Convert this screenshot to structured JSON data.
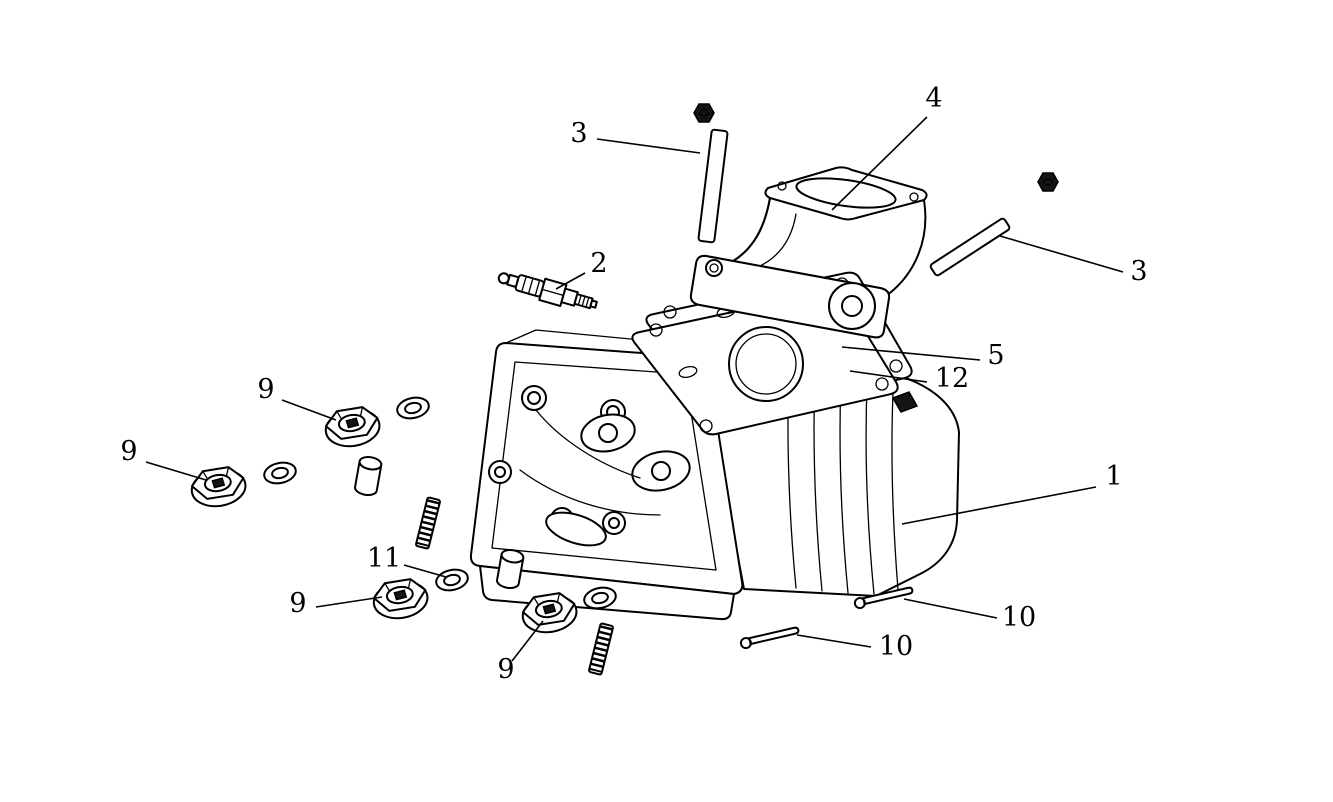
{
  "figure": {
    "background": "#ffffff",
    "line_color": "#000000"
  },
  "callouts": [
    {
      "label": "3"
    },
    {
      "label": "4"
    },
    {
      "label": "3"
    },
    {
      "label": "2"
    },
    {
      "label": "5"
    },
    {
      "label": "12"
    },
    {
      "label": "9"
    },
    {
      "label": "9"
    },
    {
      "label": "1"
    },
    {
      "label": "11"
    },
    {
      "label": "9"
    },
    {
      "label": "10"
    },
    {
      "label": "9"
    },
    {
      "label": "10"
    }
  ]
}
